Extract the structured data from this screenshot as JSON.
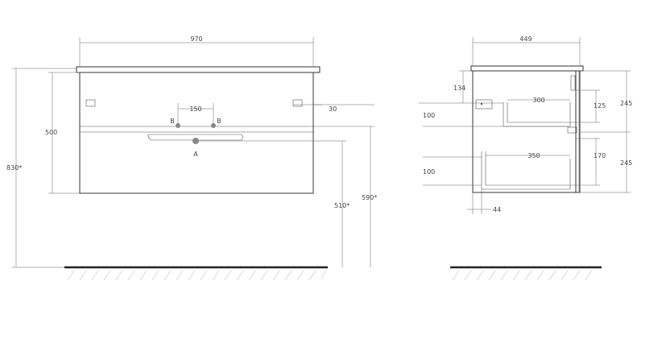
{
  "front_view": {
    "width_label": "970",
    "total_height_label": "830*",
    "cabinet_height_label": "500",
    "hole_spacing_label": "150",
    "hole_left_label": "B",
    "hole_right_label": "B",
    "drain_label": "A",
    "bracket_offset_label": "30",
    "drain_height_label": "510*",
    "top_height_label": "590*"
  },
  "side_view": {
    "depth_label": "449",
    "bracket_height_label": "134",
    "upper_drawer_depth_label": "300",
    "lower_drawer_depth_label": "350",
    "upper_drawer_inner_height_label": "125",
    "lower_drawer_inner_height_label": "170",
    "upper_section_label": "245",
    "lower_section_label": "245",
    "upper_offset_label": "100",
    "lower_offset_label": "100",
    "wall_gap_label": "44"
  }
}
